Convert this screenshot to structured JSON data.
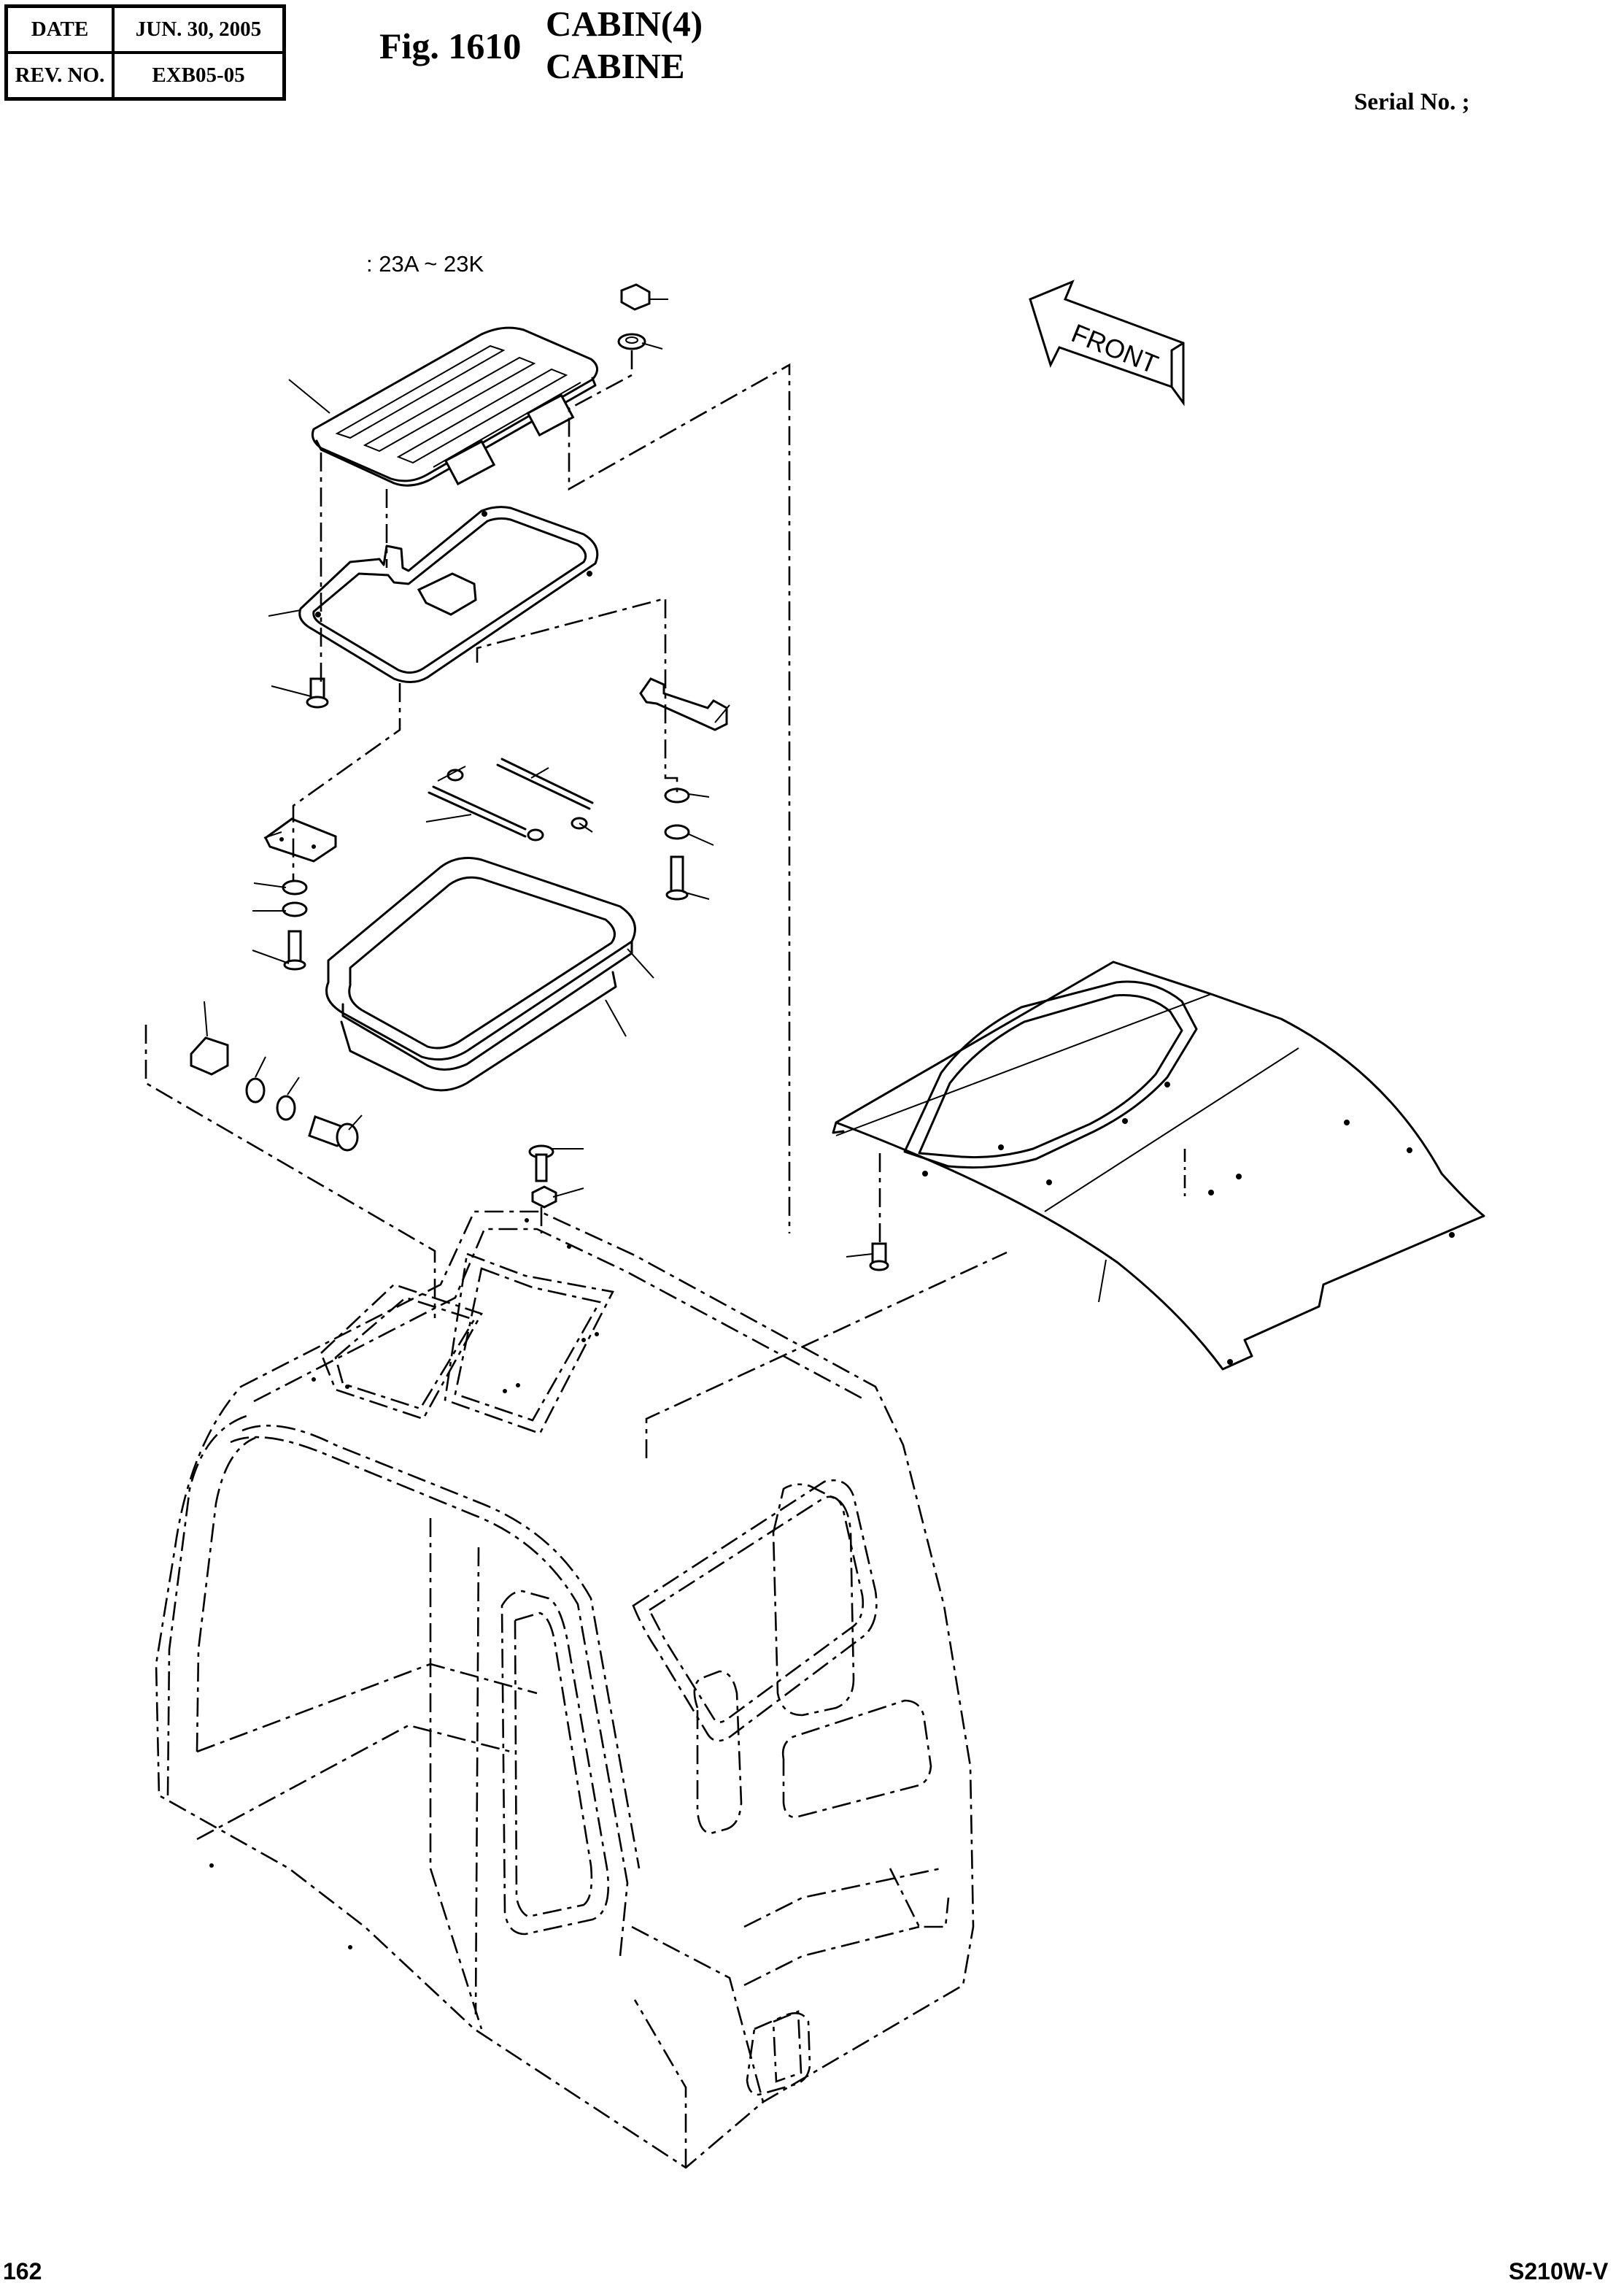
{
  "header": {
    "date_label": "DATE",
    "date_value": "JUN. 30, 2005",
    "rev_label": "REV. NO.",
    "rev_value": "EXB05-05"
  },
  "figure": {
    "number": "Fig. 1610",
    "title_line1": "CABIN(4)",
    "title_line2": "CABINE",
    "serial_label": "Serial No. ;",
    "part_range": ": 23A ~ 23K",
    "front_label": "FRONT"
  },
  "footer": {
    "page": "162",
    "model": "S210W-V"
  }
}
